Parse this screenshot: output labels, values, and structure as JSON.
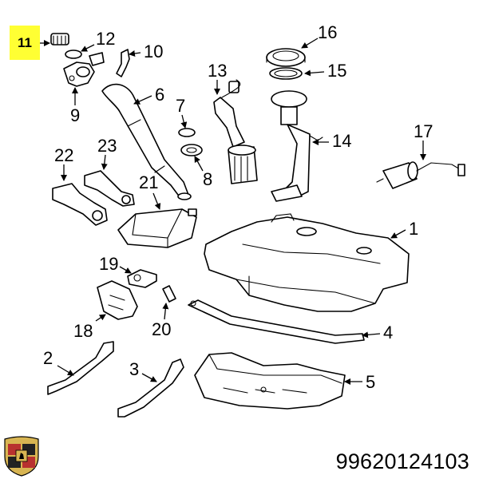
{
  "diagram": {
    "highlighted_part": "11",
    "part_number": "99620124103",
    "callouts": [
      {
        "id": "1",
        "label": "1"
      },
      {
        "id": "2",
        "label": "2"
      },
      {
        "id": "3",
        "label": "3"
      },
      {
        "id": "4",
        "label": "4"
      },
      {
        "id": "5",
        "label": "5"
      },
      {
        "id": "6",
        "label": "6"
      },
      {
        "id": "7",
        "label": "7"
      },
      {
        "id": "8",
        "label": "8"
      },
      {
        "id": "9",
        "label": "9"
      },
      {
        "id": "10",
        "label": "10"
      },
      {
        "id": "12",
        "label": "12"
      },
      {
        "id": "13",
        "label": "13"
      },
      {
        "id": "14",
        "label": "14"
      },
      {
        "id": "15",
        "label": "15"
      },
      {
        "id": "16",
        "label": "16"
      },
      {
        "id": "17",
        "label": "17"
      },
      {
        "id": "18",
        "label": "18"
      },
      {
        "id": "19",
        "label": "19"
      },
      {
        "id": "20",
        "label": "20"
      },
      {
        "id": "21",
        "label": "21"
      },
      {
        "id": "22",
        "label": "22"
      },
      {
        "id": "23",
        "label": "23"
      }
    ],
    "colors": {
      "highlight": "#ffff33",
      "logo_red": "#b8312f",
      "logo_gold": "#d8b552"
    },
    "icons": {
      "logo": "brand-crest-logo"
    }
  }
}
